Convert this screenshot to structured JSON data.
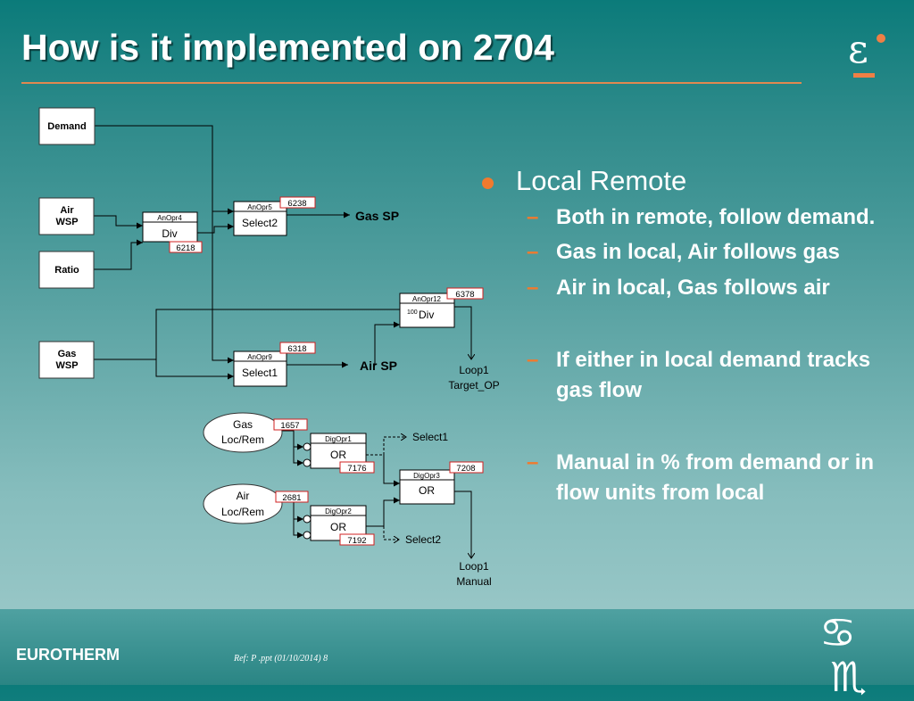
{
  "slide": {
    "title": "How is it implemented on 2704",
    "footer_brand": "EUROTHERM",
    "footer_ref": "Ref:  P        .ppt (01/10/2014) 8"
  },
  "bullets": {
    "main": "Local Remote",
    "subs": [
      "Both in remote, follow demand.",
      "Gas in local, Air follows gas",
      "Air in local, Gas follows air",
      "If either in local demand tracks gas flow",
      "Manual in % from demand or in flow units from local"
    ]
  },
  "diagram": {
    "inputs": {
      "demand": "Demand",
      "air_wsp": [
        "Air",
        "WSP"
      ],
      "ratio": "Ratio",
      "gas_wsp": [
        "Gas",
        "WSP"
      ]
    },
    "blocks": {
      "anopr4": {
        "header": "AnOpr4",
        "label": "Div",
        "tag": "6218"
      },
      "anopr5": {
        "header": "AnOpr5",
        "label": "Select2",
        "tag": "6238"
      },
      "anopr9": {
        "header": "AnOpr9",
        "label": "Select1",
        "tag": "6318"
      },
      "anopr12": {
        "header": "AnOpr12",
        "sup": "100",
        "label": "Div",
        "tag": "6378"
      },
      "digopr1": {
        "header": "DigOpr1",
        "label": "OR",
        "tag": "7176"
      },
      "digopr2": {
        "header": "DigOpr2",
        "label": "OR",
        "tag": "7192"
      },
      "digopr3": {
        "header": "DigOpr3",
        "label": "OR",
        "tag": "7208"
      }
    },
    "outputs": {
      "gas_sp": "Gas SP",
      "air_sp": "Air SP",
      "loop_target": [
        "Loop1",
        "Target_OP"
      ],
      "loop_manual": [
        "Loop1",
        "Manual"
      ],
      "select1": "Select1",
      "select2": "Select2"
    },
    "ellipses": {
      "gas": {
        "lines": [
          "Gas",
          "Loc/Rem"
        ],
        "tag": "1657"
      },
      "air": {
        "lines": [
          "Air",
          "Loc/Rem"
        ],
        "tag": "2681"
      }
    }
  },
  "colors": {
    "accent_orange": "#f07a2e",
    "tag_border": "#d02020"
  }
}
